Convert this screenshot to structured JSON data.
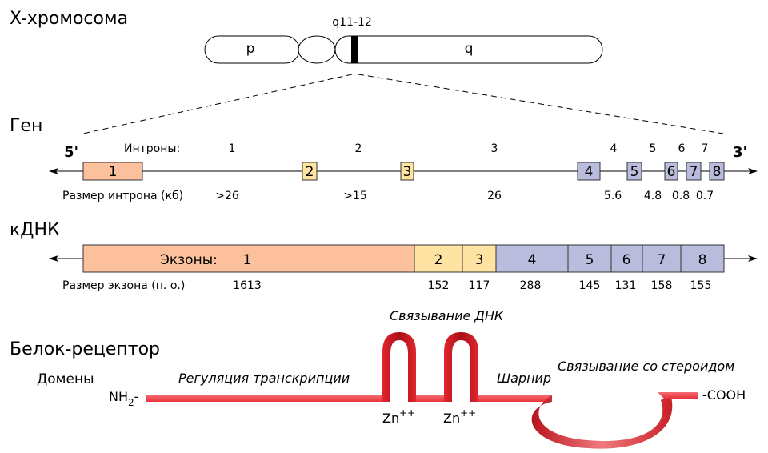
{
  "headings": {
    "chromosome": "X-хромосома",
    "gene": "Ген",
    "cdna": "кДНК",
    "protein": "Белок-рецептор"
  },
  "chromosome": {
    "p_arm": "p",
    "q_arm": "q",
    "locus": "q11-12"
  },
  "gene": {
    "five_prime": "5'",
    "three_prime": "3'",
    "introns_label": "Интроны:",
    "intron_size_label": "Размер интрона (кб)",
    "exon_numbers": [
      "1",
      "2",
      "3",
      "4",
      "5",
      "6",
      "7",
      "8"
    ],
    "intron_numbers": [
      "1",
      "2",
      "3",
      "4",
      "5",
      "6",
      "7"
    ],
    "intron_sizes": [
      ">26",
      ">15",
      "26",
      "5.6",
      "4.8",
      "0.8",
      "0.7"
    ]
  },
  "cdna": {
    "exons_label": "Экзоны:",
    "exon_size_label": "Размер экзона (п. о.)",
    "exon_numbers": [
      "1",
      "2",
      "3",
      "4",
      "5",
      "6",
      "7",
      "8"
    ],
    "exon_sizes": [
      "1613",
      "152",
      "117",
      "288",
      "145",
      "131",
      "158",
      "155"
    ]
  },
  "protein": {
    "domains_label": "Домены",
    "nh2": "NH",
    "nh2_sub": "2",
    "nh2_dash": "-",
    "cooh": "-COOH",
    "regulation": "Регуляция транскрипции",
    "dna_binding": "Связывание ДНК",
    "hinge": "Шарнир",
    "steroid_binding": "Связывание со стероидом",
    "zn1": "Zn",
    "zn1_sup": "++",
    "zn2": "Zn",
    "zn2_sup": "++"
  },
  "colors": {
    "exon1": "#fdc09c",
    "exon2_3": "#fee3a2",
    "exon4_8": "#b9bcdd",
    "protein": "#d8242e",
    "protein_light": "#f2595f"
  }
}
